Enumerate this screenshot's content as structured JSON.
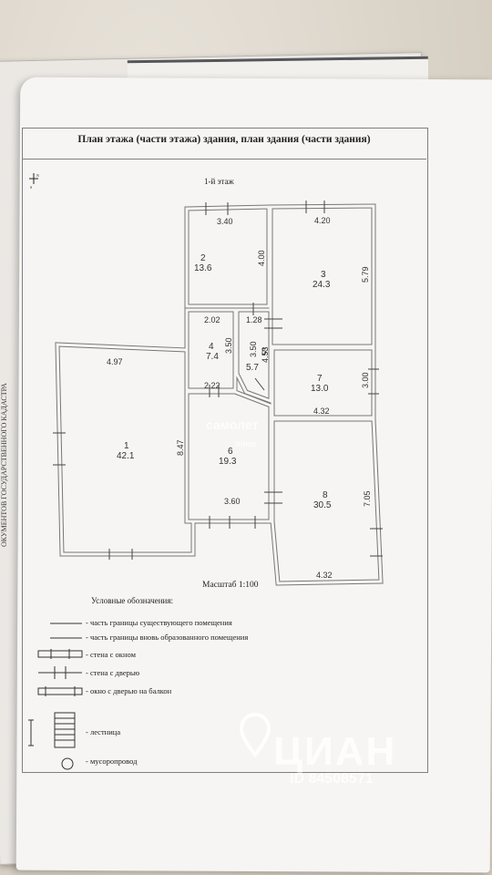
{
  "header": {
    "title": "План этажа (части этажа) здания, план здания (части здания)",
    "floor_label": "1-й этаж",
    "scale": "Масштаб 1:100"
  },
  "compass": {
    "north": "N",
    "south": "S"
  },
  "rooms": [
    {
      "number": "1",
      "area": "42.1"
    },
    {
      "number": "2",
      "area": "13.6"
    },
    {
      "number": "3",
      "area": "24.3"
    },
    {
      "number": "4",
      "area": "7.4"
    },
    {
      "number": "5",
      "area": "5.7"
    },
    {
      "number": "6",
      "area": "19.3"
    },
    {
      "number": "7",
      "area": "13.0"
    },
    {
      "number": "8",
      "area": "30.5"
    }
  ],
  "dimensions": [
    "3.40",
    "4.20",
    "4.00",
    "5.79",
    "2.02",
    "1.28",
    "3.50",
    "3.50",
    "4.53",
    "4.97",
    "2.22",
    "3.00",
    "4.32",
    "8.47",
    "3.60",
    "7.05",
    "4.32"
  ],
  "legend": {
    "title": "Условные обозначения:",
    "items": [
      "- часть границы существующего помещения",
      "- часть границы вновь образованного помещения",
      "- стена с окном",
      "- стена с дверью",
      "- окно с дверью на балкон",
      "- лестница",
      "- мусоропровод"
    ]
  },
  "watermarks": {
    "samolet": "самолет",
    "plus": "плюс",
    "cian": "ЦИАН",
    "cian_id": "ID 84508571"
  },
  "edge_text": "ОКУМЕНТОВ ГОСУДАРСТВЕННОГО КАДАСТРА"
}
